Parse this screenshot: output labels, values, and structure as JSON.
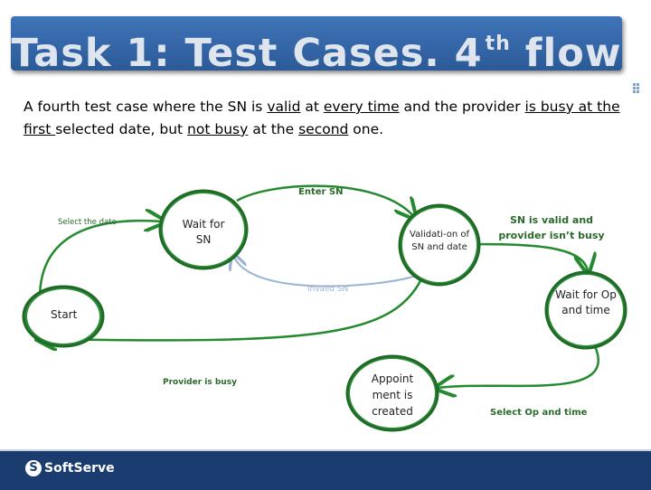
{
  "title": {
    "main": "Task 1: Test Cases. 4",
    "sup": "th",
    "tail": " flow"
  },
  "description": {
    "p1": "A fourth test case where the SN is ",
    "u1": "valid",
    "p2": " at ",
    "u2": "every time",
    "p3": " and the provider ",
    "u3": "is busy at the first ",
    "p4": "selected date,  but ",
    "u4": "not busy",
    "p5": " at the ",
    "u5": "second",
    "p6": " one."
  },
  "nodes": {
    "start": "Start",
    "wait_sn": "Wait for SN",
    "validation": "Validati-on of SN and  date",
    "wait_op": "Wait for Op and time",
    "appointment": "Appoint ment is created"
  },
  "edges": {
    "select_date": "Select the date",
    "enter_sn": "Enter SN",
    "invalid_sn": "Invalid SN",
    "sn_valid": "SN is valid and provider isn’t busy",
    "provider_busy": "Provider is busy",
    "select_op": "Select Op and time"
  },
  "footer": {
    "logo": "SoftServe",
    "logo_mark": "S"
  },
  "colors": {
    "title_bg": "#3a6db0",
    "node_fill": "#2e8b3a",
    "node_border": "#1f6b26",
    "edge": "#248a2f",
    "invalid_edge": "#9ab3d6",
    "footer_bg": "#1b3c6e"
  }
}
